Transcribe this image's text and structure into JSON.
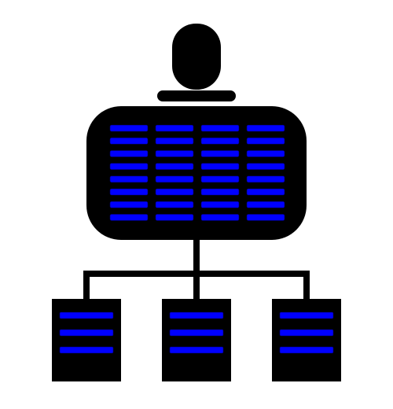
{
  "illustration": {
    "subject": "person-over-server-network-icon",
    "colors": {
      "background": "#ffffff",
      "ink": "#000000",
      "bar": "#0000ff"
    },
    "main_panel": {
      "rows": 8,
      "columns": 4
    },
    "server_units": [
      {
        "bars": 3
      },
      {
        "bars": 3
      },
      {
        "bars": 3
      }
    ]
  }
}
